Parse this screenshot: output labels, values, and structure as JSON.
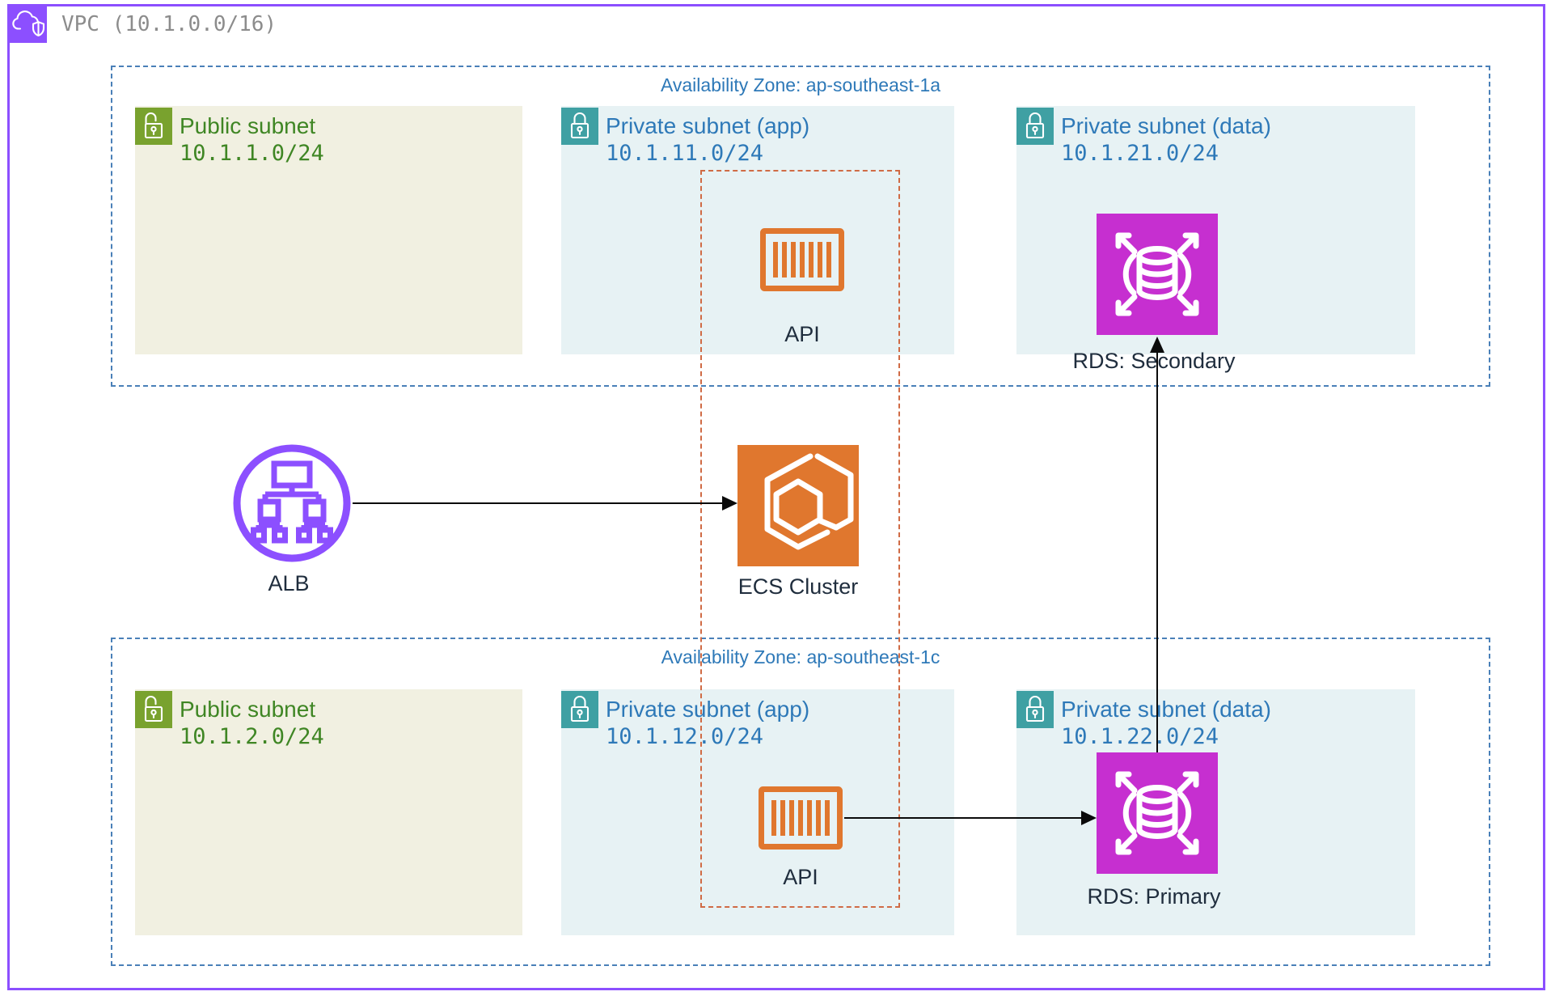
{
  "vpc": {
    "title": "VPC (10.1.0.0/16)"
  },
  "zones": [
    {
      "label": "Availability Zone: ap-southeast-1a",
      "subnets": [
        {
          "type": "public",
          "title": "Public subnet",
          "cidr": "10.1.1.0/24"
        },
        {
          "type": "private",
          "title": "Private subnet (app)",
          "cidr": "10.1.11.0/24"
        },
        {
          "type": "private",
          "title": "Private subnet (data)",
          "cidr": "10.1.21.0/24"
        }
      ]
    },
    {
      "label": "Availability Zone: ap-southeast-1c",
      "subnets": [
        {
          "type": "public",
          "title": "Public subnet",
          "cidr": "10.1.2.0/24"
        },
        {
          "type": "private",
          "title": "Private subnet (app)",
          "cidr": "10.1.12.0/24"
        },
        {
          "type": "private",
          "title": "Private subnet (data)",
          "cidr": "10.1.22.0/24"
        }
      ]
    }
  ],
  "nodes": {
    "alb": {
      "label": "ALB"
    },
    "ecs": {
      "label": "ECS Cluster"
    },
    "api_top": {
      "label": "API"
    },
    "api_bottom": {
      "label": "API"
    },
    "rds_secondary": {
      "label": "RDS: Secondary"
    },
    "rds_primary": {
      "label": "RDS: Primary"
    }
  },
  "connections": [
    {
      "from": "ALB",
      "to": "ECS Cluster"
    },
    {
      "from": "API (ap-southeast-1c)",
      "to": "RDS: Primary"
    },
    {
      "from": "RDS: Primary",
      "to": "RDS: Secondary"
    }
  ],
  "colors": {
    "vpc_border": "#8C4FFF",
    "vpc_title": "#8C8C8C",
    "az_border": "#4A80B8",
    "az_label": "#2E79B8",
    "public_bg": "#F1F0E1",
    "private_bg": "#E7F2F4",
    "public_text": "#3F8624",
    "private_text": "#2E79B8",
    "public_lock": "#79A22E",
    "private_lock": "#3FA0A3",
    "orange": "#E0772E",
    "orange_dash": "#D06B45",
    "magenta": "#C62FD0",
    "node_label": "#1F2D3D",
    "arrow": "#0B0B0B"
  }
}
